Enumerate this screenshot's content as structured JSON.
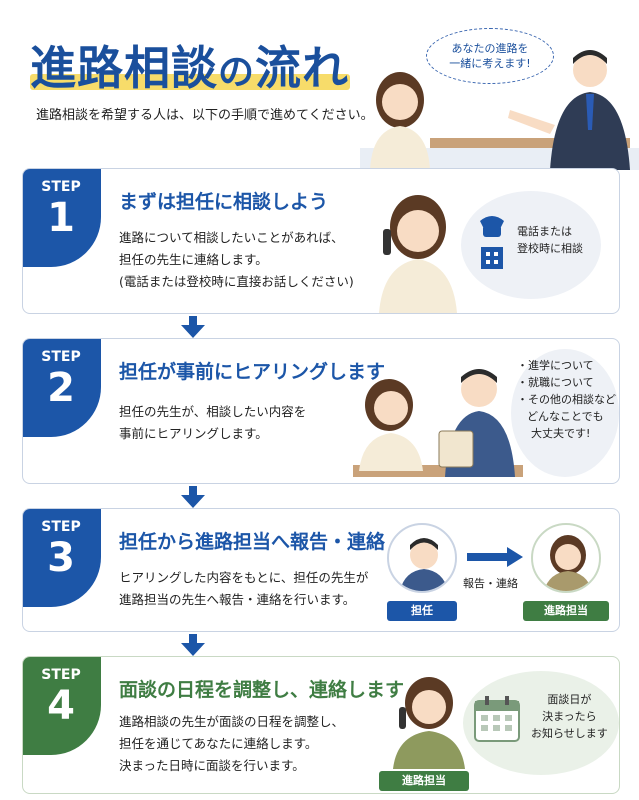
{
  "header": {
    "title_main": "進路相談",
    "title_particle": "の",
    "title_end": "流れ",
    "intro": "進路相談を希望する人は、以下の手順で進めてください。",
    "bubble_line1": "あなたの進路を",
    "bubble_line2": "一緒に考えます!"
  },
  "steps": [
    {
      "label": "STEP",
      "number": "1",
      "title": "まずは担任に相談しよう",
      "lines": [
        "進路について相談したいことがあれば、",
        "担任の先生に連絡します。",
        "(電話または登校時に直接お話しください)"
      ],
      "cloud_lines": [
        "電話または",
        "登校時に相談"
      ]
    },
    {
      "label": "STEP",
      "number": "2",
      "title": "担任が事前にヒアリングします",
      "lines": [
        "担任の先生が、相談したい内容を",
        "事前にヒアリングします。"
      ],
      "cloud_lines": [
        "・進学について",
        "・就職について",
        "・その他の相談など",
        "どんなことでも",
        "大丈夫です!"
      ]
    },
    {
      "label": "STEP",
      "number": "3",
      "title": "担任から進路担当へ報告・連絡",
      "lines": [
        "ヒアリングした内容をもとに、担任の先生が",
        "進路担当の先生へ報告・連絡を行います。"
      ],
      "from_tag": "担任",
      "arrow_label": "報告・連絡",
      "to_tag": "進路担当"
    },
    {
      "label": "STEP",
      "number": "4",
      "title": "面談の日程を調整し、連絡します",
      "lines": [
        "進路相談の先生が面談の日程を調整し、",
        "担任を通じてあなたに連絡します。",
        "決まった日時に面談を行います。"
      ],
      "tag": "進路担当",
      "cloud_lines": [
        "面談日が",
        "決まったら",
        "お知らせします"
      ]
    }
  ],
  "colors": {
    "blue": "#1c56a8",
    "green": "#3f7d43",
    "yellow": "#f7dc6a"
  }
}
